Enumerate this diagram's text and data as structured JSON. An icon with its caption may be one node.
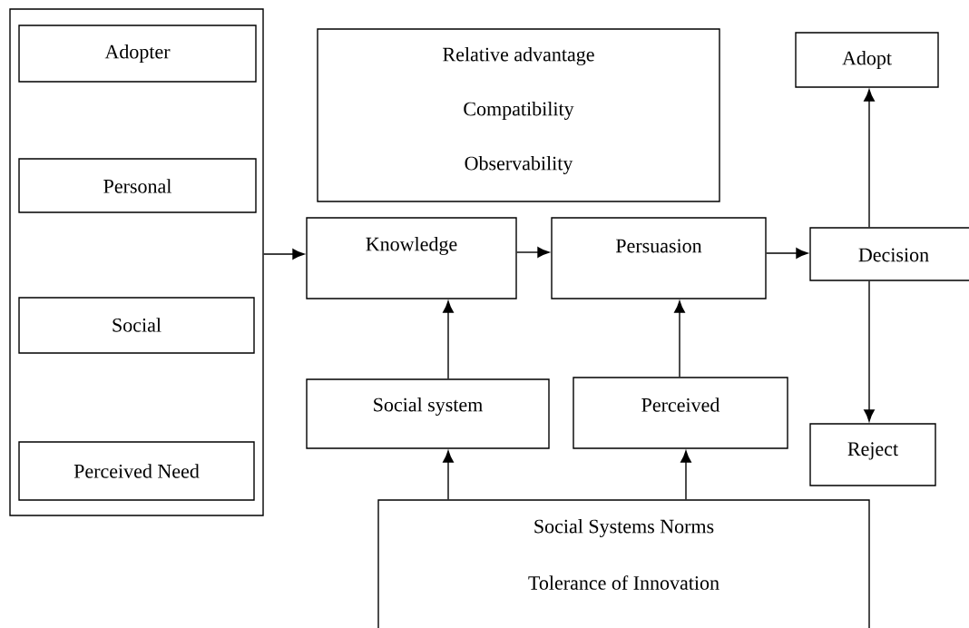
{
  "diagram": {
    "nodes": [
      {
        "text": [],
        "shape": "box"
      },
      {
        "text": [
          "Adopter"
        ],
        "in": 0
      },
      {
        "text": [
          "Personal"
        ],
        "in": 0
      },
      {
        "text": [
          "Social"
        ],
        "in": 0
      },
      {
        "text": [
          "Perceived Need"
        ],
        "in": 0
      },
      {
        "text": [
          "Relative advantage",
          "Compatibility",
          "Observability"
        ]
      },
      {
        "text": [
          "Knowledge"
        ]
      },
      {
        "text": [
          "Persuasion"
        ]
      },
      {
        "text": [
          "Decision"
        ]
      },
      {
        "text": [
          "Adopt"
        ]
      },
      {
        "text": [
          "Social system"
        ]
      },
      {
        "text": [
          "Perceived"
        ]
      },
      {
        "text": [
          "Reject"
        ]
      },
      {
        "text": [
          "Social Systems Norms",
          "Tolerance of Innovation"
        ]
      }
    ],
    "edges": [
      {
        "from": 0,
        "to": 6,
        "arrow": "to"
      },
      {
        "from": 6,
        "to": 7,
        "arrow": "to"
      },
      {
        "from": 7,
        "to": 8,
        "arrow": "to"
      },
      {
        "from": 8,
        "to": 9,
        "arrow": "to"
      },
      {
        "from": 8,
        "to": 12,
        "arrow": "to"
      },
      {
        "from": 10,
        "to": 6,
        "arrow": "to"
      },
      {
        "from": 11,
        "to": 7,
        "arrow": "to"
      },
      {
        "from": 13,
        "to": 10,
        "arrow": "to"
      },
      {
        "from": 13,
        "to": 11,
        "arrow": "to"
      }
    ]
  }
}
